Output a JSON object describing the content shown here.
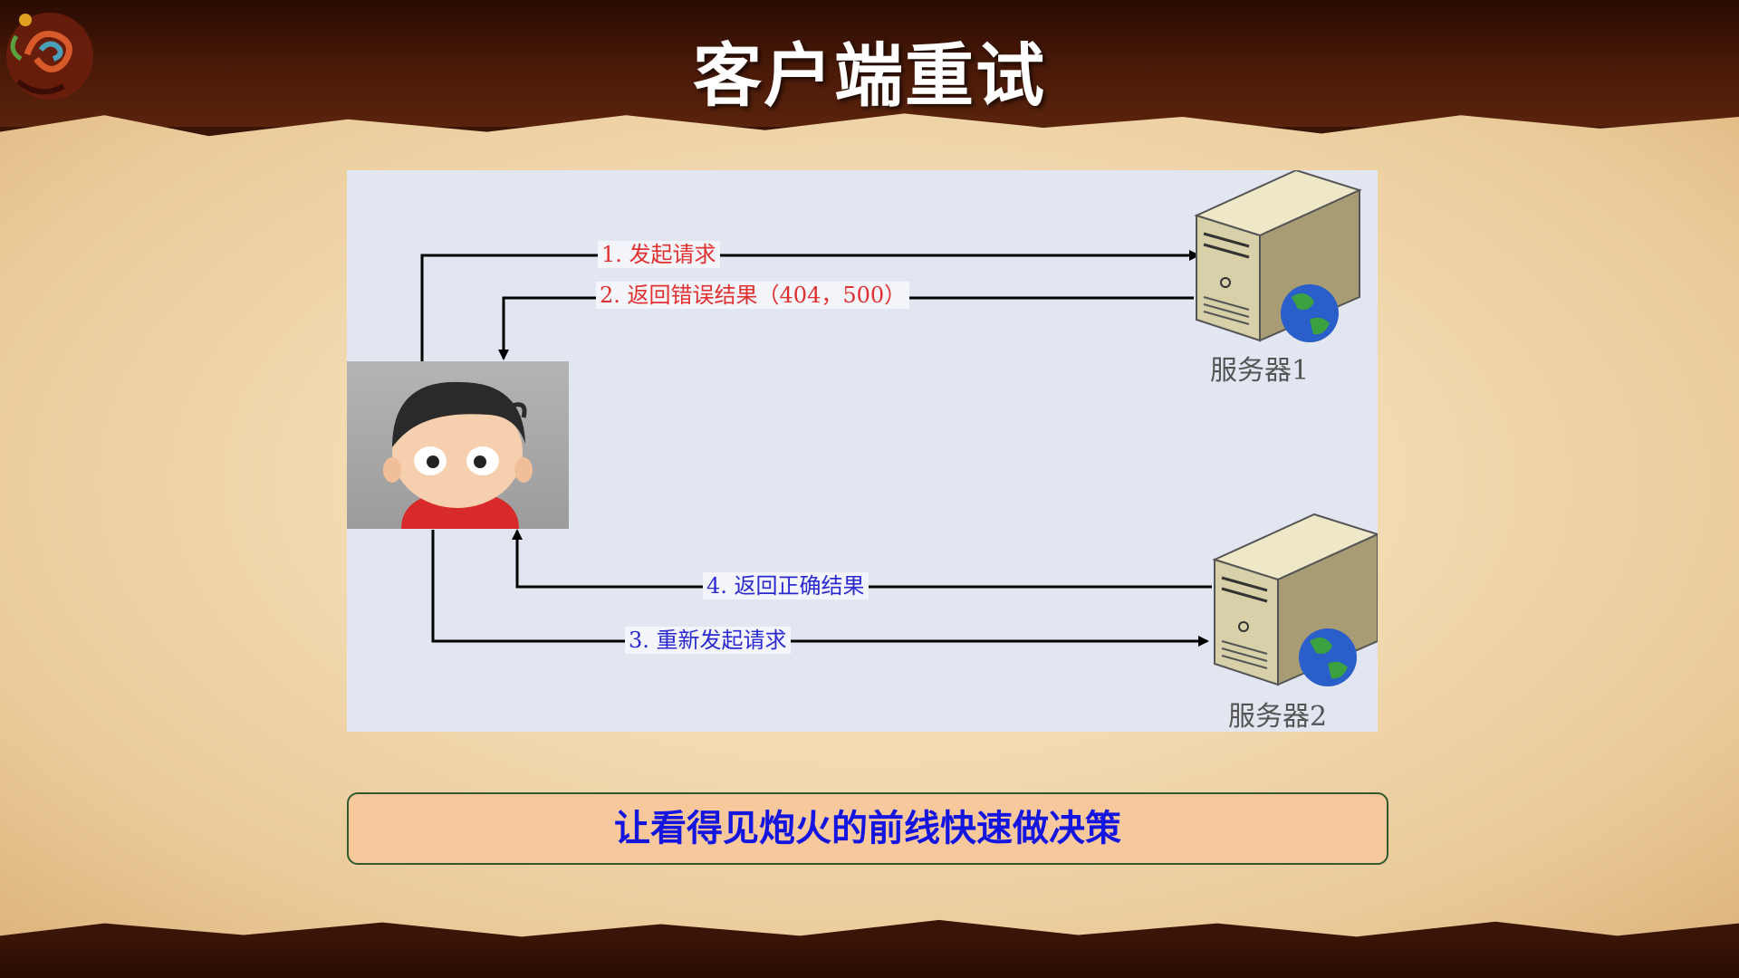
{
  "slide": {
    "title": "客户端重试",
    "banner": "让看得见炮火的前线快速做决策"
  },
  "diagram": {
    "steps": [
      {
        "text": "1.  发起请求",
        "color": "#e03030"
      },
      {
        "text": "2.  返回错误结果（404，500）",
        "color": "#e03030"
      },
      {
        "text": "3.  重新发起请求",
        "color": "#2a2ad0"
      },
      {
        "text": "4.  返回正确结果",
        "color": "#2a2ad0"
      }
    ],
    "servers": [
      {
        "label": "服务器1"
      },
      {
        "label": "服务器2"
      }
    ],
    "client_icon": "boy-avatar-icon"
  },
  "colors": {
    "banner_text": "#1515e0",
    "banner_bg": "#f6c89c",
    "diagram_bg": "#e2e6f1"
  }
}
